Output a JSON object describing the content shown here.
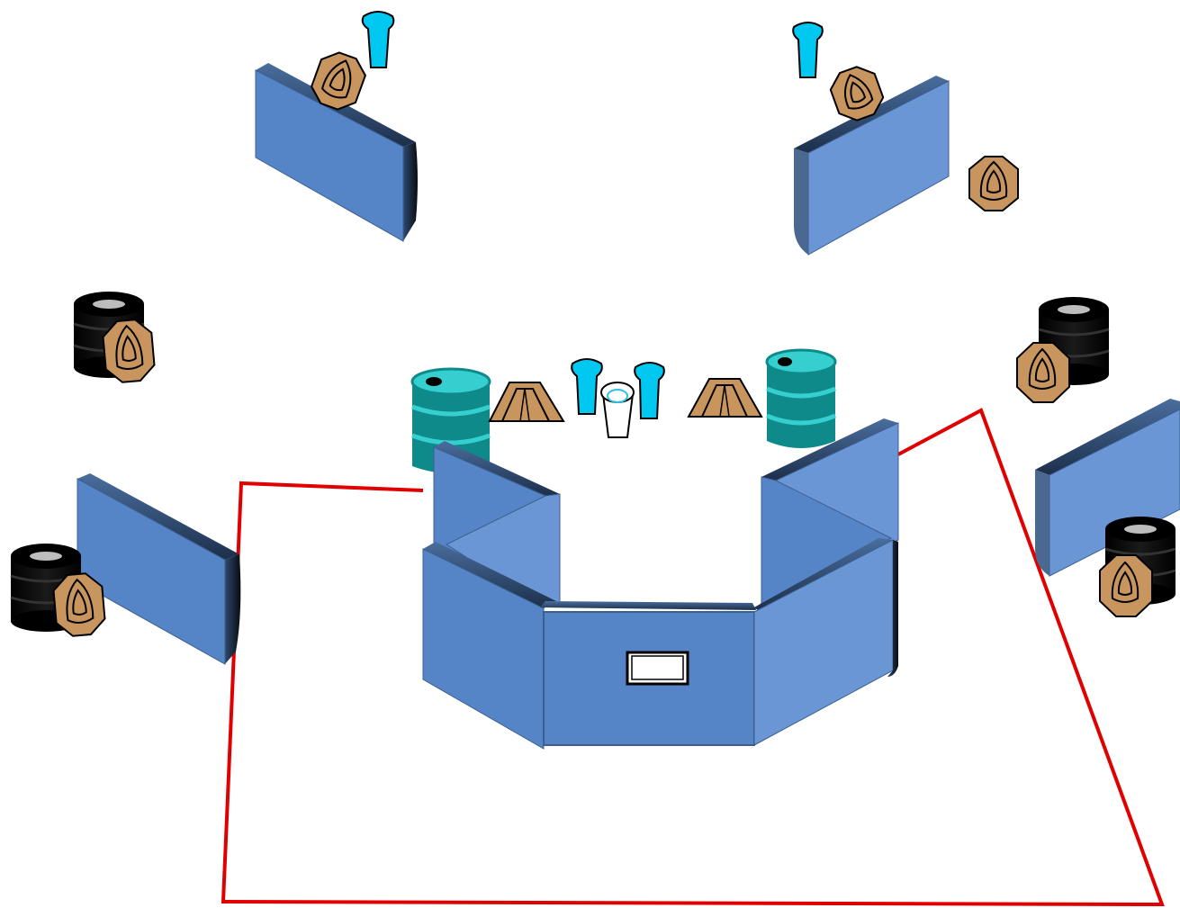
{
  "colors": {
    "background": "#ffffff",
    "barricade_front": "#5585c6",
    "barricade_side": "#6a96d6",
    "barricade_top": "#2c4a72",
    "barricade_edge": "#1a1f2a",
    "target_fill": "#c8955f",
    "pole_fill": "#00c8f0",
    "barrel_teal": "#0e8a8a",
    "barrel_teal_top": "#36cfcf",
    "barrel_black": "#050505",
    "shooting_area_line": "#e00000"
  },
  "items": {
    "barricades": [
      "barricade-top-left",
      "barricade-top-right",
      "barricade-left",
      "barricade-right",
      "shooting-booth"
    ],
    "targets": [
      "steel-target",
      "steel-target",
      "steel-target",
      "steel-target",
      "steel-target",
      "steel-target",
      "steel-target"
    ],
    "poppers": [
      "popper",
      "popper"
    ],
    "poles": [
      "pole",
      "pole",
      "pole",
      "pole"
    ],
    "barrels": [
      "teal-barrel",
      "teal-barrel",
      "black-barrel",
      "black-barrel",
      "black-barrel",
      "black-barrel"
    ],
    "cup": "start-cup",
    "boundary": "shooting-area-boundary"
  }
}
